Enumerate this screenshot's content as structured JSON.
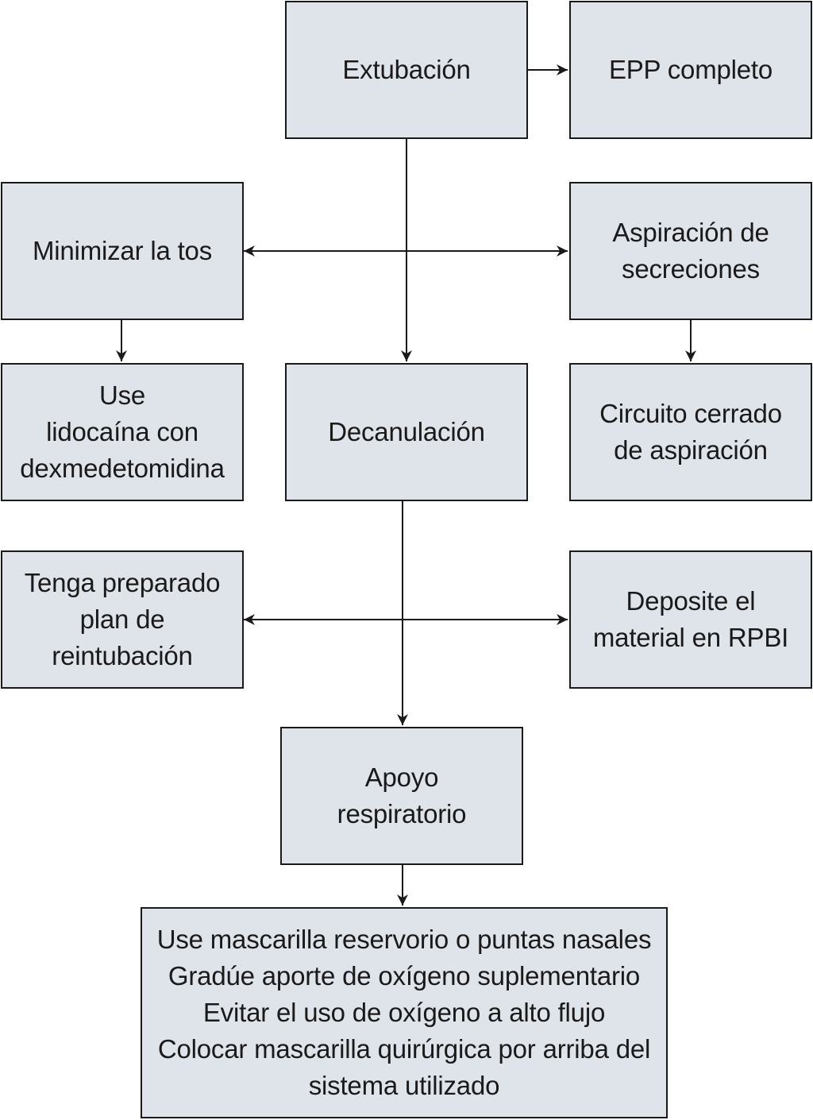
{
  "diagram": {
    "nodes": {
      "extubacion": {
        "lines": [
          "Extubación"
        ]
      },
      "epp": {
        "lines": [
          "EPP completo"
        ]
      },
      "minimizar_tos": {
        "lines": [
          "Minimizar la tos"
        ]
      },
      "aspiracion": {
        "lines": [
          "Aspiración de",
          "secreciones"
        ]
      },
      "lidocaina": {
        "lines": [
          "Use",
          "lidocaína con",
          "dexmedetomidina"
        ]
      },
      "decanulacion": {
        "lines": [
          "Decanulación"
        ]
      },
      "circuito": {
        "lines": [
          "Circuito cerrado",
          "de aspiración"
        ]
      },
      "reintubacion": {
        "lines": [
          "Tenga preparado",
          "plan de",
          "reintubación"
        ]
      },
      "rpbi": {
        "lines": [
          "Deposite el",
          "material en RPBI"
        ]
      },
      "apoyo": {
        "lines": [
          "Apoyo",
          "respiratorio"
        ]
      },
      "recomendaciones": {
        "lines": [
          "Use mascarilla reservorio o puntas nasales",
          "Gradúe aporte de oxígeno suplementario",
          "Evitar el uso de oxígeno a alto flujo",
          "Colocar mascarilla quirúrgica por arriba del",
          "sistema utilizado"
        ]
      }
    },
    "colors": {
      "box_fill": "#dfe3ea",
      "stroke": "#1a1a1a",
      "background": "#ffffff"
    }
  }
}
